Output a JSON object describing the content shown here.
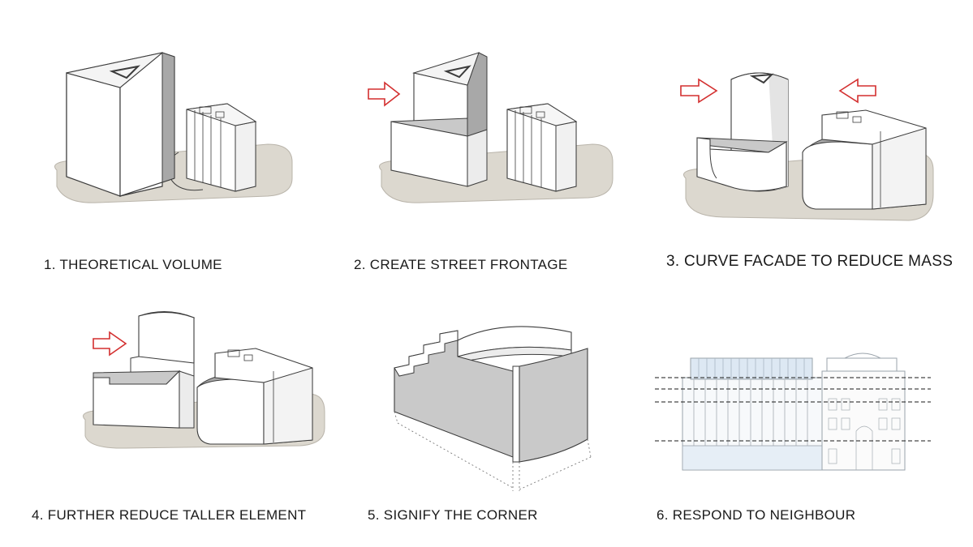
{
  "steps": [
    {
      "label": "1. THEORETICAL VOLUME"
    },
    {
      "label": "2. CREATE STREET FRONTAGE"
    },
    {
      "label": "3. CURVE FACADE TO REDUCE MASS"
    },
    {
      "label": "4. FURTHER REDUCE TALLER ELEMENT"
    },
    {
      "label": "5. SIGNIFY THE CORNER"
    },
    {
      "label": "6. RESPOND TO NEIGHBOUR"
    }
  ],
  "colors": {
    "ground": "#dcd8cf",
    "face_light": "#ffffff",
    "face_mid": "#ececec",
    "face_dark": "#c9c9c9",
    "face_shadow": "#a8a8a8",
    "outline": "#3c3c3c",
    "arrow": "#d32f2f"
  },
  "icons": {
    "arrow": "right-arrow-icon",
    "arrow_left": "left-arrow-icon"
  }
}
